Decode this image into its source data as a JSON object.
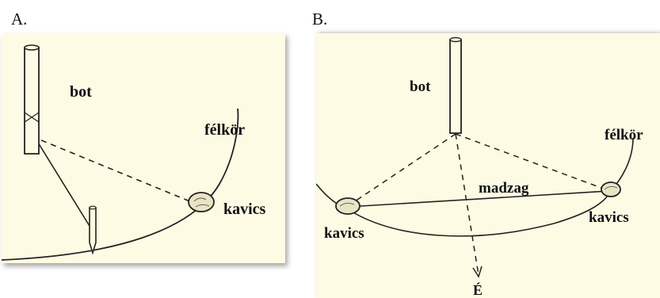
{
  "panel_a": {
    "letter": "A.",
    "labels": {
      "stick": "bot",
      "semicircle": "félkör",
      "pebble": "kavics"
    }
  },
  "panel_b": {
    "letter": "B.",
    "labels": {
      "stick": "bot",
      "semicircle": "félkör",
      "string": "madzag",
      "pebble_left": "kavics",
      "pebble_right": "kavics",
      "north": "É"
    }
  }
}
